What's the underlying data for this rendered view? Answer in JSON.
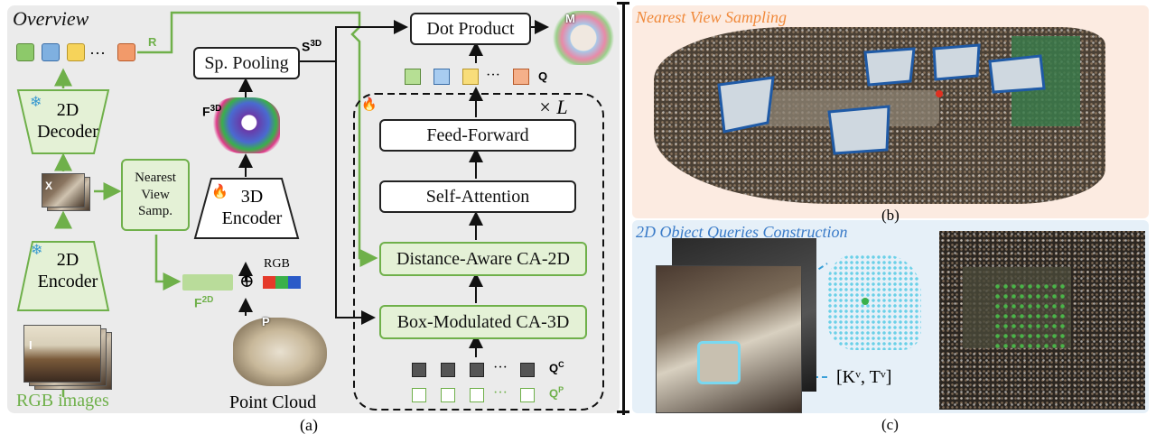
{
  "panel_a": {
    "title": "Overview",
    "caption": "(a)",
    "r_label": "R",
    "ellipsis": "···",
    "decoder_label": "2D\nDecoder",
    "encoder2d_label": "2D\nEncoder",
    "x_label": "X",
    "nvs_label": "Nearest\nView\nSamp.",
    "rgb_images_label": "RGB images",
    "i_label": "I",
    "f2d_label": "F",
    "f2d_sup": "2D",
    "oplus": "⊕",
    "rgb_label": "RGB",
    "p_label": "P",
    "point_cloud_label": "Point Cloud",
    "encoder3d_label": "3D\nEncoder",
    "f3d_label": "F",
    "f3d_sup": "3D",
    "sppool_label": "Sp. Pooling",
    "s3d_label": "S",
    "s3d_sup": "3D",
    "dot_product_label": "Dot Product",
    "m_label": "M",
    "q_label": "Q",
    "times_l": "× L",
    "feed_forward_label": "Feed-Forward",
    "self_attention_label": "Self-Attention",
    "ca2d_label": "Distance-Aware CA-2D",
    "ca3d_label": "Box-Modulated CA-3D",
    "qc_label": "Q",
    "qc_sup": "C",
    "qp_label": "Q",
    "qp_sup": "P"
  },
  "panel_b": {
    "title": "Nearest View Sampling",
    "caption": "(b)"
  },
  "panel_c": {
    "title": "2D Object Queries Construction",
    "caption": "(c)",
    "kt_label": "[Kᵛ, Tᵛ]"
  },
  "colors": {
    "green": "#6fb04a",
    "green_fill": "#e4f1d6",
    "blue": "#1f5aa6",
    "orange_title": "#f08a3c",
    "blue_title": "#3a7bc8",
    "square_colors": [
      "#8dc96a",
      "#7fb0e0",
      "#f6d35a",
      "#f29a6a"
    ]
  },
  "icons": [
    "snowflake-icon",
    "fire-icon"
  ]
}
